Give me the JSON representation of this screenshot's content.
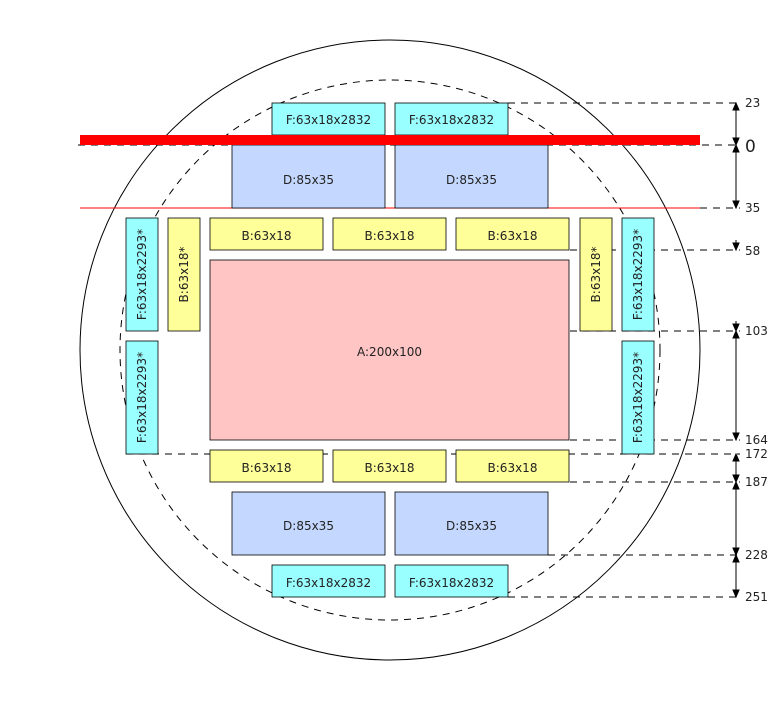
{
  "colors": {
    "A": "#ffc4c4",
    "B": "#ffff99",
    "D": "#c4d8ff",
    "F": "#99ffff",
    "marker_line": "#ff0000",
    "outline": "#000000"
  },
  "components": {
    "a_main": "A:200x100",
    "b_top_1": "B:63x18",
    "b_top_2": "B:63x18",
    "b_top_3": "B:63x18",
    "b_bottom_1": "B:63x18",
    "b_bottom_2": "B:63x18",
    "b_bottom_3": "B:63x18",
    "b_left_vertical": "B:63x18*",
    "b_right_vertical": "B:63x18*",
    "d_top_left": "D:85x35",
    "d_top_right": "D:85x35",
    "d_bottom_left": "D:85x35",
    "d_bottom_right": "D:85x35",
    "f_top_left": "F:63x18x2832",
    "f_top_right": "F:63x18x2832",
    "f_bottom_left": "F:63x18x2832",
    "f_bottom_right": "F:63x18x2832",
    "f_left_upper": "F:63x18x2293*",
    "f_left_lower": "F:63x18x2293*",
    "f_right_upper": "F:63x18x2293*",
    "f_right_lower": "F:63x18x2293*"
  },
  "dimensions": {
    "d23": "23",
    "d0": "0",
    "d35": "35",
    "d58": "58",
    "d103": "103",
    "d164": "164",
    "d172": "172",
    "d187": "187",
    "d228": "228",
    "d251": "251"
  }
}
